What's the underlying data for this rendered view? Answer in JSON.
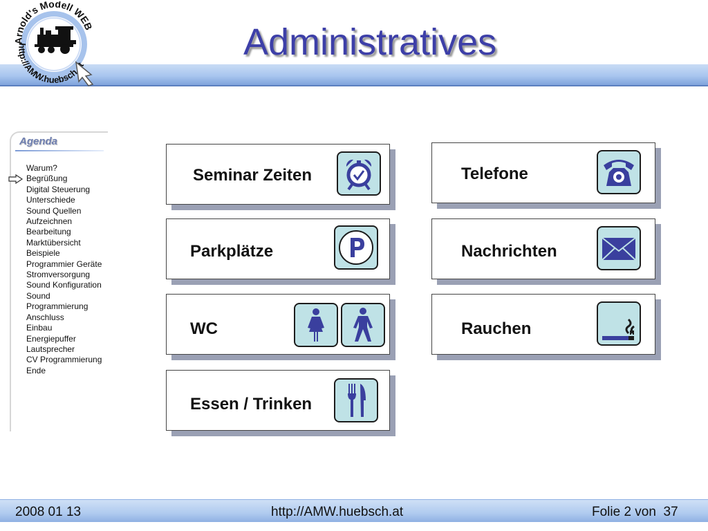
{
  "slide": {
    "title": "Administratives"
  },
  "logo": {
    "top_text": "Arnold's Modell WEB",
    "bottom_text": "http://AMW.huebsch.at"
  },
  "agenda": {
    "heading": "Agenda",
    "current_index": 1,
    "items": [
      "Warum?",
      "Begrüßung",
      "Digital Steuerung",
      "Unterschiede",
      "Sound Quellen",
      "Aufzeichnen",
      "Bearbeitung",
      "Marktübersicht",
      "Beispiele",
      "Programmier Geräte",
      "Stromversorgung",
      "Sound Konfiguration",
      "Sound",
      "Programmierung",
      "Anschluss",
      "Einbau",
      "Energiepuffer",
      "Lautsprecher",
      "CV Programmierung",
      "Ende"
    ]
  },
  "cards": {
    "seminar": {
      "label": "Seminar Zeiten",
      "icon": "alarm-clock-icon"
    },
    "telefone": {
      "label": "Telefone",
      "icon": "telephone-icon"
    },
    "parkplaetze": {
      "label": "Parkplätze",
      "icon": "parking-icon"
    },
    "nachrichten": {
      "label": "Nachrichten",
      "icon": "envelope-icon"
    },
    "wc": {
      "label": "WC",
      "icons": [
        "woman-icon",
        "man-icon"
      ]
    },
    "rauchen": {
      "label": "Rauchen",
      "icon": "cigarette-icon"
    },
    "essen": {
      "label": "Essen / Trinken",
      "icon": "fork-knife-icon"
    }
  },
  "icon_box_color": "#bfe2e6",
  "icon_symbol_color": "#3a3f9e",
  "footer": {
    "date": "2008 01 13",
    "url": "http://AMW.huebsch.at",
    "slide_counter": "Folie 2 von  37"
  }
}
